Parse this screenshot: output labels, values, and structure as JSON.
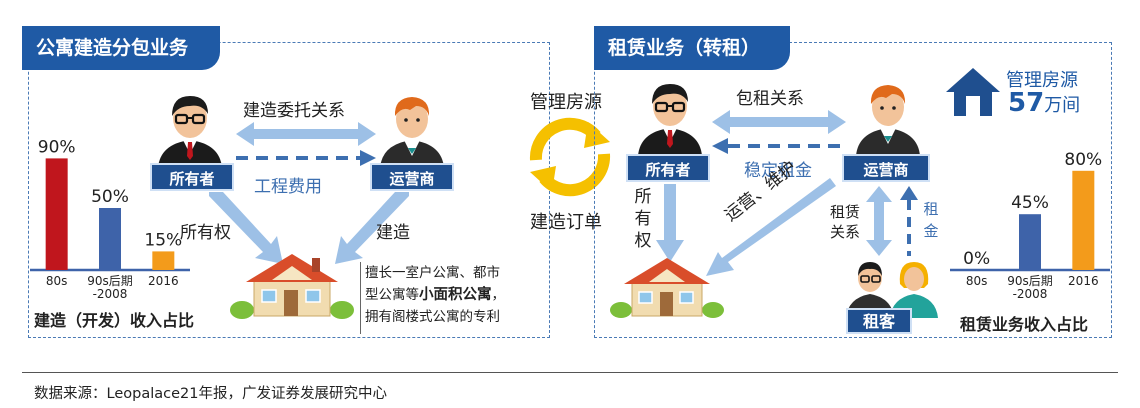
{
  "left": {
    "title": "公寓建造分包业务",
    "relation_top": "建造委托关系",
    "relation_bottom": "工程费用",
    "owner": "所有者",
    "operator": "运营商",
    "ownership": "所有权",
    "build": "建造",
    "note_line1": "擅长一室户公寓、都市",
    "note_line2_a": "型公寓等",
    "note_line2_b": "小面积公寓",
    "note_line2_c": "，",
    "note_line3": "拥有阁楼式公寓的专利",
    "caption": "建造（开发）收入占比"
  },
  "middle": {
    "top": "管理房源",
    "bottom": "建造订单"
  },
  "right": {
    "title": "租赁业务（转租）",
    "relation_top": "包租关系",
    "relation_bottom": "稳定租金",
    "owner": "所有者",
    "operator": "运营商",
    "ownership_vertical": [
      "所",
      "有",
      "权"
    ],
    "operate_maintain": "运营、维护",
    "lease_relation": [
      "租赁",
      "关系"
    ],
    "rent_vertical": [
      "租",
      "金"
    ],
    "tenant": "租客",
    "managed_label": "管理房源",
    "managed_value": "57",
    "managed_unit": "万间",
    "caption": "租赁业务收入占比"
  },
  "chart_data": [
    {
      "type": "bar",
      "categories": [
        "80s",
        "90s后期-2008",
        "2016"
      ],
      "values": [
        90,
        50,
        15
      ],
      "labels": [
        "90%",
        "50%",
        "15%"
      ],
      "colors": [
        "#c0161d",
        "#3e63a9",
        "#f39b1b"
      ],
      "tick_lines": [
        [
          "80s"
        ],
        [
          "90s后期",
          "-2008"
        ],
        [
          "2016"
        ]
      ],
      "title": "建造（开发）收入占比"
    },
    {
      "type": "bar",
      "categories": [
        "80s",
        "90s后期-2008",
        "2016"
      ],
      "values": [
        0,
        45,
        80
      ],
      "labels": [
        "0%",
        "45%",
        "80%"
      ],
      "colors": [
        "#c0161d",
        "#3e63a9",
        "#f39b1b"
      ],
      "tick_lines": [
        [
          "80s"
        ],
        [
          "90s后期",
          "-2008"
        ],
        [
          "2016"
        ]
      ],
      "title": "租赁业务收入占比"
    }
  ],
  "footer": {
    "source": "数据来源：Leopalace21年报，广发证券发展研究中心"
  },
  "colors": {
    "brand_blue": "#1f5aa5",
    "arrow_blue": "#9dc0e6",
    "cycle_yellow": "#f5c000"
  }
}
